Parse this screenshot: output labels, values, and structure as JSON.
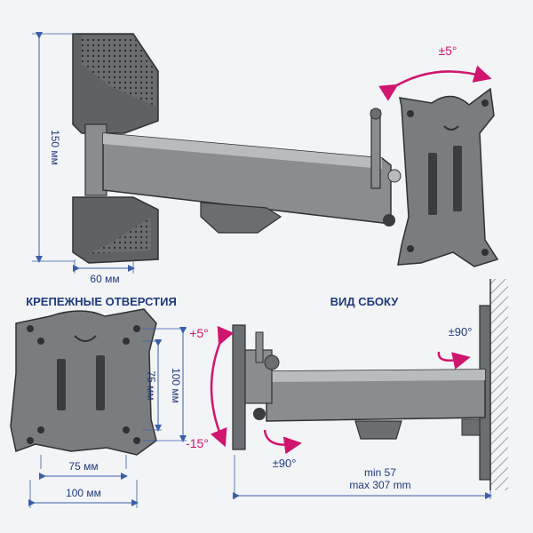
{
  "colors": {
    "background": "#f3f4f6",
    "metal_dark": "#5f6264",
    "metal_mid": "#8a8d90",
    "metal_light": "#b9bcbf",
    "dimension_text": "#1f3a7a",
    "dimension_line": "#3a5fa8",
    "rotation_arrow": "#d0156e",
    "wall_hatch": "#9aa0a6"
  },
  "top_view": {
    "dims": {
      "height": "150 мм",
      "width": "60 мм"
    },
    "tilt": "±5°"
  },
  "mount_holes": {
    "title": "КРЕПЕЖНЫЕ ОТВЕРСТИЯ",
    "inner_width": "75 мм",
    "outer_width": "100 мм",
    "inner_height": "75 мм",
    "outer_height": "100 мм"
  },
  "side_view": {
    "title": "ВИД СБОКУ",
    "tilt_up": "+5°",
    "tilt_down": "-15°",
    "swivel_bottom": "±90°",
    "swivel_top": "±90°",
    "min_reach": "min 57",
    "max_reach": "max 307 mm"
  }
}
